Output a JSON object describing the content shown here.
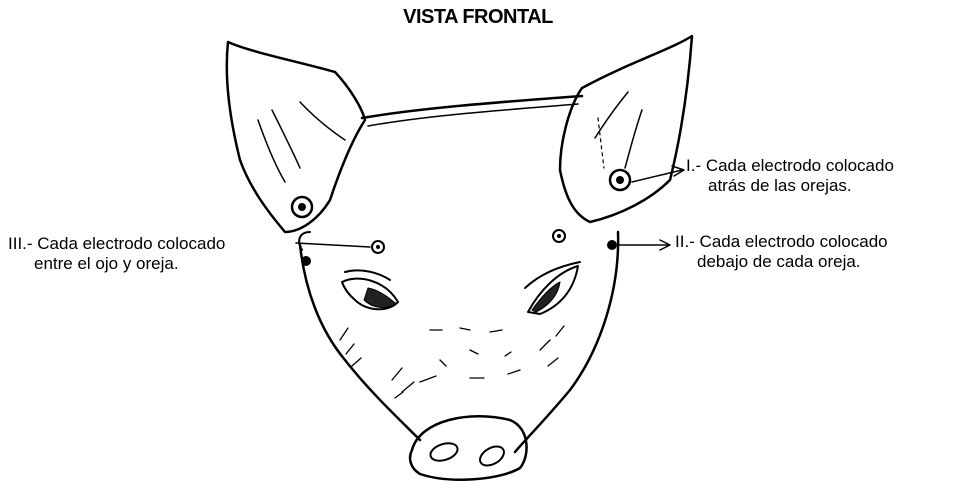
{
  "title": "VISTA FRONTAL",
  "annotations": [
    {
      "id": "I",
      "line1": "I.- Cada electrodo colocado",
      "line2": "atrás de las orejas."
    },
    {
      "id": "II",
      "line1": "II.- Cada electrodo colocado",
      "line2": "debajo de cada oreja."
    },
    {
      "id": "III",
      "line1": "III.- Cada electrodo colocado",
      "line2": "entre el ojo y oreja."
    }
  ]
}
